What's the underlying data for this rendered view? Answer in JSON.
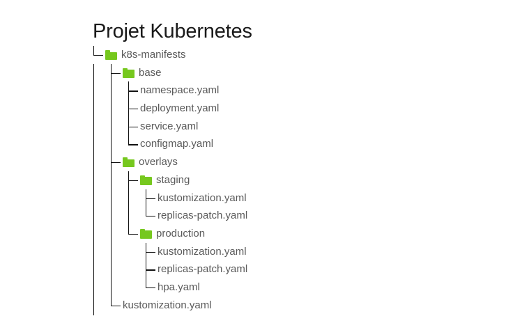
{
  "page": {
    "title": "Projet Kubernetes",
    "background_color": "#ffffff",
    "title_color": "#1a1a1a",
    "label_color": "#5a5a5a",
    "folder_color": "#76c81e",
    "connector_color": "#111111"
  },
  "tree": {
    "root_name": "k8s-manifests",
    "nodes": [
      {
        "label": "k8s-manifests",
        "type": "folder",
        "icon": "folder-icon",
        "depth": 0,
        "connector": "elbow",
        "guides": []
      },
      {
        "label": "base",
        "type": "folder",
        "icon": "folder-icon",
        "depth": 1,
        "connector": "tee",
        "guides": [
          0
        ]
      },
      {
        "label": "namespace.yaml",
        "type": "file",
        "icon": "",
        "depth": 2,
        "connector": "tee",
        "guides": [
          0,
          1
        ]
      },
      {
        "label": "deployment.yaml",
        "type": "file",
        "icon": "",
        "depth": 2,
        "connector": "tee",
        "guides": [
          0,
          1
        ]
      },
      {
        "label": "service.yaml",
        "type": "file",
        "icon": "",
        "depth": 2,
        "connector": "tee",
        "guides": [
          0,
          1
        ]
      },
      {
        "label": "configmap.yaml",
        "type": "file",
        "icon": "",
        "depth": 2,
        "connector": "elbow",
        "guides": [
          0,
          1
        ]
      },
      {
        "label": "overlays",
        "type": "folder",
        "icon": "folder-icon",
        "depth": 1,
        "connector": "tee",
        "guides": [
          0
        ]
      },
      {
        "label": "staging",
        "type": "folder",
        "icon": "folder-icon",
        "depth": 2,
        "connector": "tee",
        "guides": [
          0,
          1
        ]
      },
      {
        "label": "kustomization.yaml",
        "type": "file",
        "icon": "",
        "depth": 3,
        "connector": "tee",
        "guides": [
          0,
          1,
          2
        ]
      },
      {
        "label": "replicas-patch.yaml",
        "type": "file",
        "icon": "",
        "depth": 3,
        "connector": "elbow",
        "guides": [
          0,
          1,
          2
        ]
      },
      {
        "label": "production",
        "type": "folder",
        "icon": "folder-icon",
        "depth": 2,
        "connector": "elbow",
        "guides": [
          0,
          1
        ]
      },
      {
        "label": "kustomization.yaml",
        "type": "file",
        "icon": "",
        "depth": 3,
        "connector": "tee",
        "guides": [
          0,
          1
        ]
      },
      {
        "label": "replicas-patch.yaml",
        "type": "file",
        "icon": "",
        "depth": 3,
        "connector": "tee",
        "guides": [
          0,
          1
        ]
      },
      {
        "label": "hpa.yaml",
        "type": "file",
        "icon": "",
        "depth": 3,
        "connector": "elbow",
        "guides": [
          0,
          1
        ]
      },
      {
        "label": "kustomization.yaml",
        "type": "file",
        "icon": "",
        "depth": 1,
        "connector": "elbow",
        "guides": [
          0
        ]
      }
    ]
  }
}
